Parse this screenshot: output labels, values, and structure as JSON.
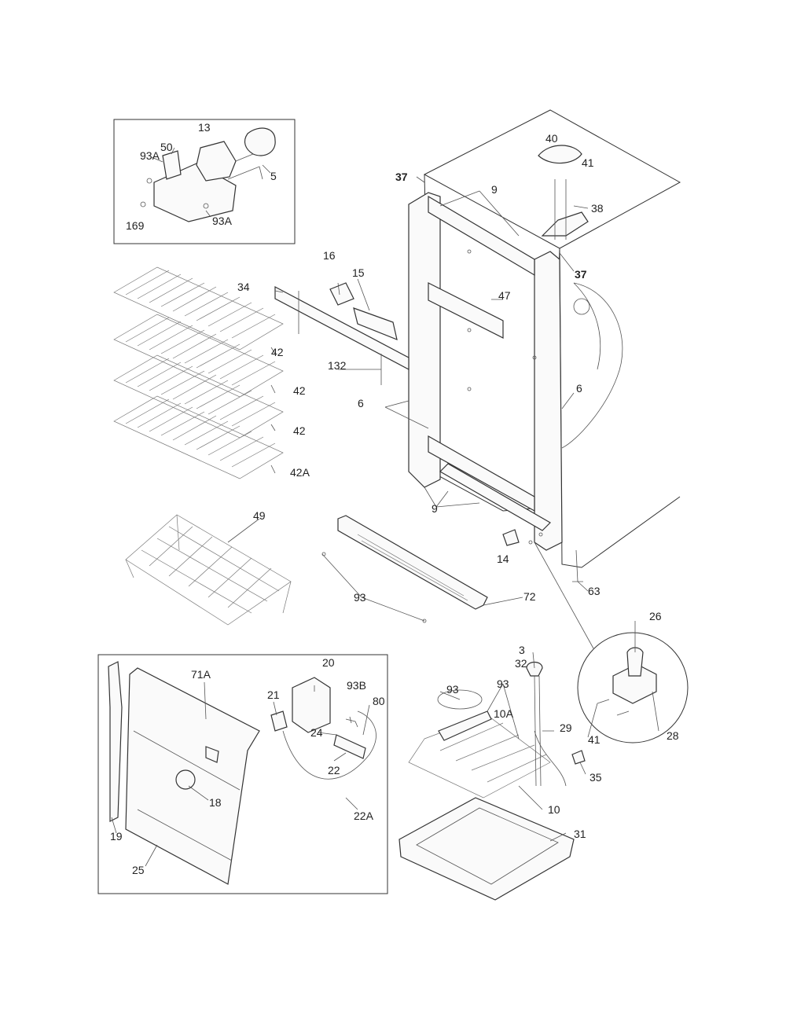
{
  "labels": {
    "l13": "13",
    "l50": "50",
    "l93a_1": "93A",
    "l5": "5",
    "l93a_2": "93A",
    "l169": "169",
    "l40": "40",
    "l41_top": "41",
    "l37_top": "37",
    "l9_top": "9",
    "l38": "38",
    "l37_right": "37",
    "l16": "16",
    "l15": "15",
    "l34": "34",
    "l47": "47",
    "l42_1": "42",
    "l132": "132",
    "l42_2": "42",
    "l6_left": "6",
    "l6_right": "6",
    "l42_3": "42",
    "l42a": "42A",
    "l9_bottom": "9",
    "l49": "49",
    "l14": "14",
    "l93_mid": "93",
    "l72": "72",
    "l63": "63",
    "l26": "26",
    "l3": "3",
    "l20": "20",
    "l71a": "71A",
    "l21": "21",
    "l93b": "93B",
    "l80": "80",
    "l24": "24",
    "l22": "22",
    "l18": "18",
    "l22a": "22A",
    "l19": "19",
    "l25": "25",
    "l32": "32",
    "l93_a": "93",
    "l93_b": "93",
    "l10a": "10A",
    "l29": "29",
    "l41_bottom": "41",
    "l28": "28",
    "l35": "35",
    "l10": "10",
    "l31": "31"
  }
}
